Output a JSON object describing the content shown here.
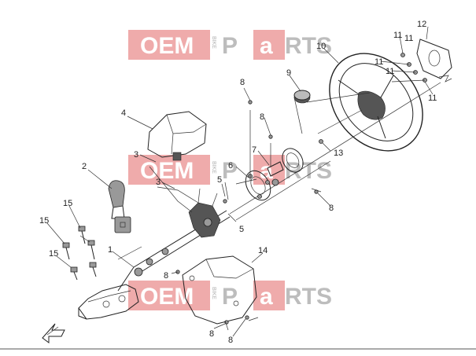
{
  "callouts": [
    "1",
    "2",
    "3",
    "3",
    "4",
    "5",
    "5",
    "6",
    "7",
    "8",
    "8",
    "8",
    "8",
    "8",
    "8",
    "9",
    "10",
    "11",
    "11",
    "11",
    "11",
    "11",
    "12",
    "13",
    "14",
    "15",
    "15",
    "15"
  ],
  "watermark": {
    "oem": "OEM",
    "bike": "BIKE",
    "p": "P",
    "a": "a",
    "rts": "RTS"
  },
  "colors": {
    "watermark_red": "#ea8f8f",
    "watermark_grey": "#bdbdbd",
    "line": "#222222"
  }
}
